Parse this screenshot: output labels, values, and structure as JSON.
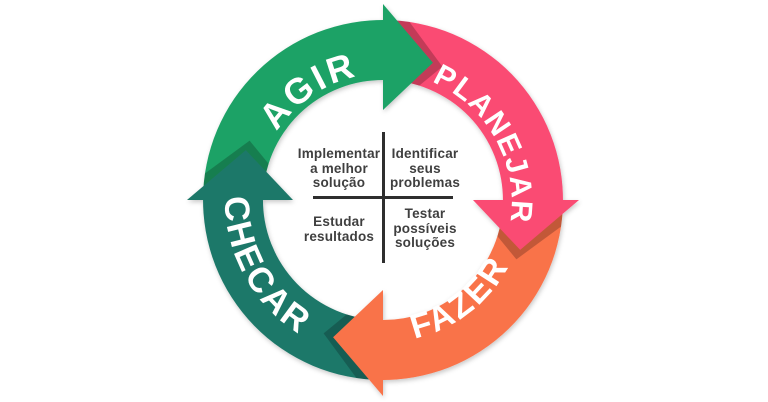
{
  "cycle": {
    "type": "pdca-cycle-diagram",
    "background": "#ffffff",
    "label_color": "#ffffff",
    "note_color": "#3f3f3f",
    "divider_color": "#2e2e2e",
    "shadow_color": "rgba(0,0,0,0.22)",
    "segments": [
      {
        "id": "planejar",
        "label": "PLANEJAR",
        "description": "Identificar\nseus\nproblemas",
        "color": "#fa4b73"
      },
      {
        "id": "fazer",
        "label": "FAZER",
        "description": "Testar\npossíveis\nsoluções",
        "color": "#f9734a"
      },
      {
        "id": "checar",
        "label": "CHECAR",
        "description": "Estudar\nresultados",
        "color": "#1f7869"
      },
      {
        "id": "agir",
        "label": "AGIR",
        "description": "Implementar\na melhor\nsolução",
        "color": "#1ea266"
      }
    ]
  }
}
